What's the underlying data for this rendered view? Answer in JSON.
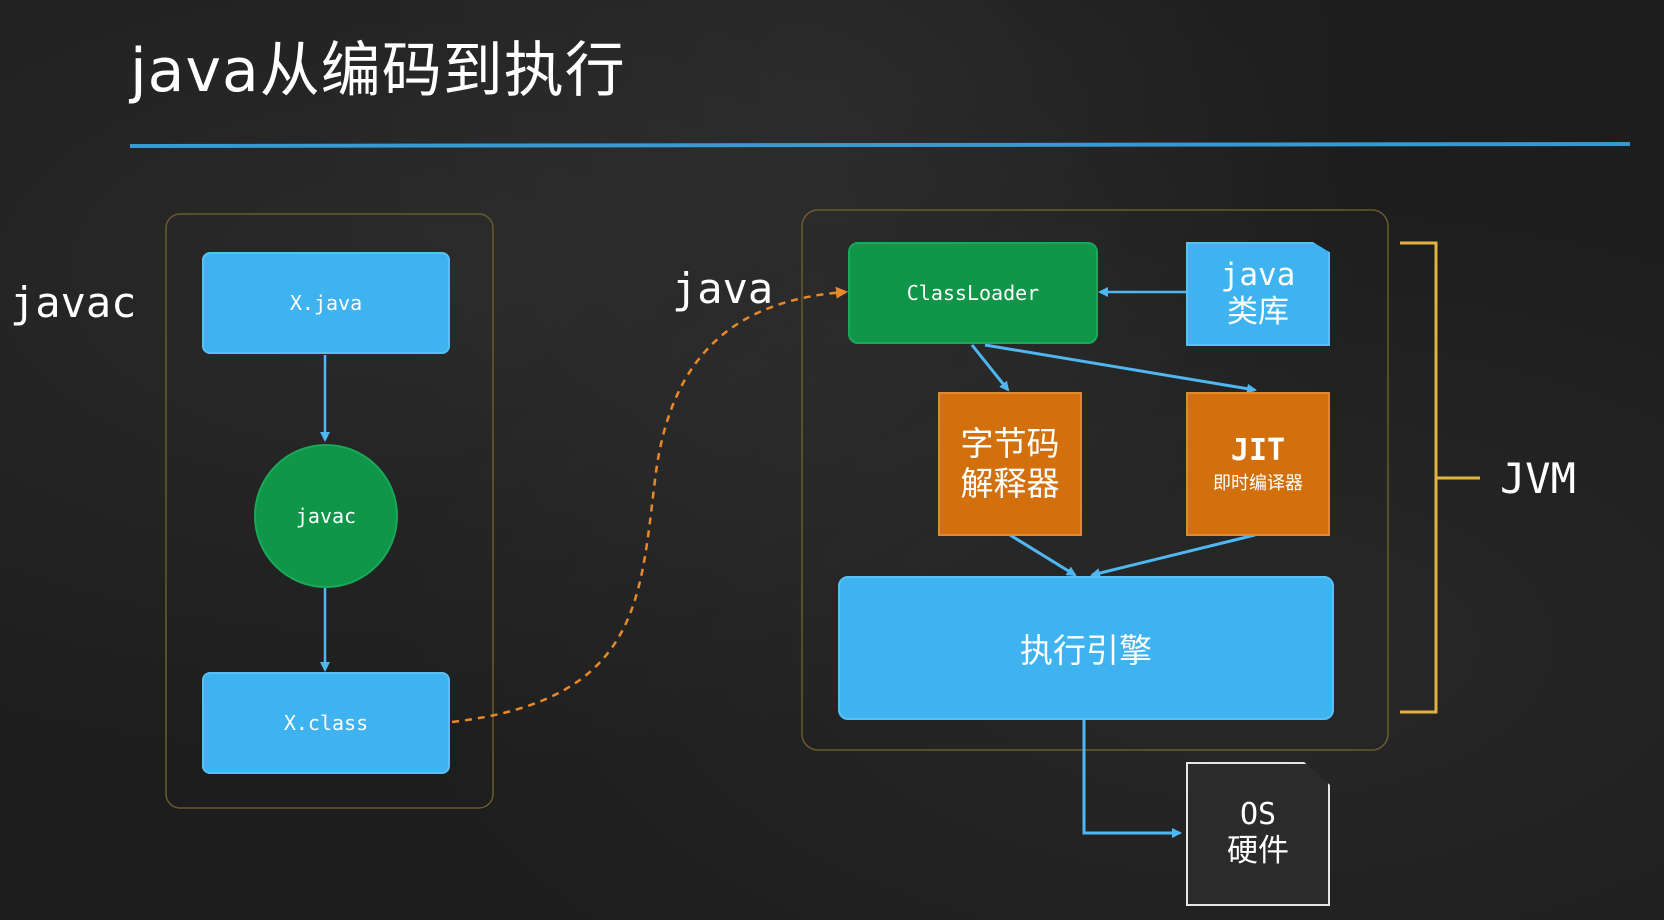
{
  "title": "java从编码到执行",
  "labels": {
    "javac_side": "javac",
    "java_cmd": "java",
    "jvm": "JVM"
  },
  "nodes": {
    "x_java": "X.java",
    "javac": "javac",
    "x_class": "X.class",
    "classloader": "ClassLoader",
    "java_lib_line1": "java",
    "java_lib_line2": "类库",
    "interpreter_line1": "字节码",
    "interpreter_line2": "解释器",
    "jit_line1": "JIT",
    "jit_line2": "即时编译器",
    "exec_engine": "执行引擎",
    "os_line1": "OS",
    "os_line2": "硬件"
  },
  "colors": {
    "box_blue": "#3fb3f0",
    "box_green": "#0f9648",
    "box_orange": "#d2700e",
    "os_dark": "#2b2b2b",
    "frame_gold": "#6b5a2e",
    "bracket_gold": "#e3b341",
    "dashed_orange": "#e8892a",
    "title_rule": "#3aa7e6"
  }
}
